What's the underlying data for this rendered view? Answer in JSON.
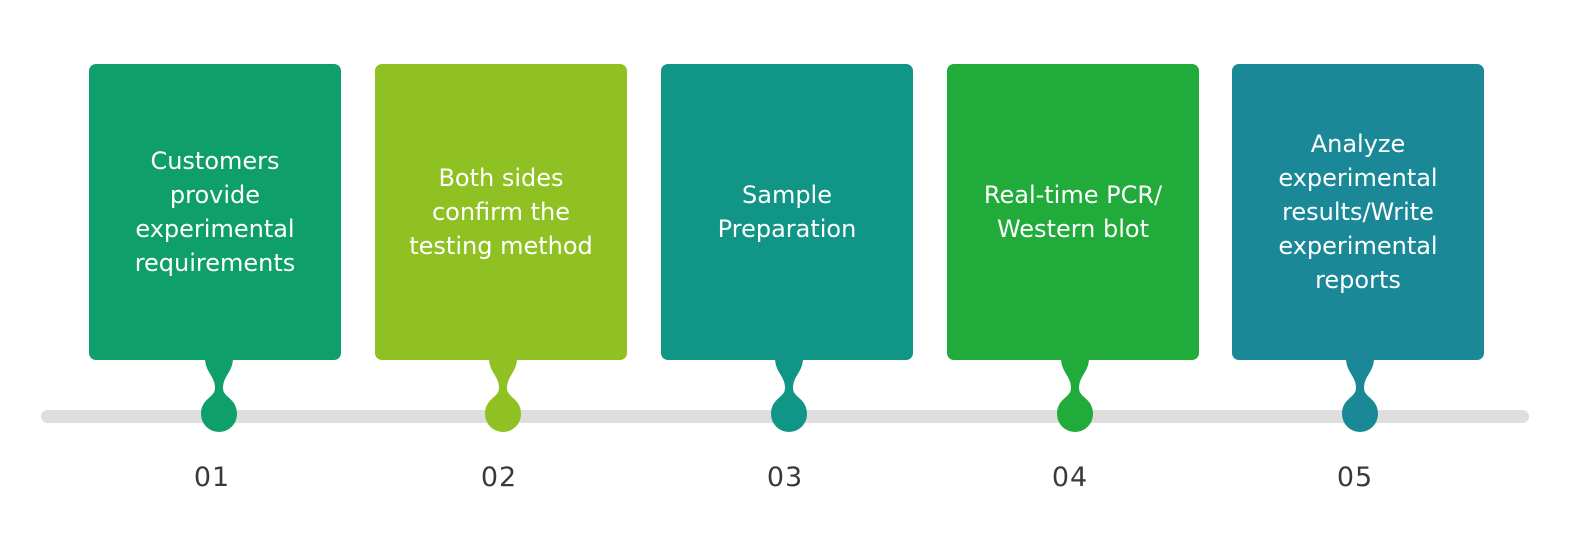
{
  "steps": [
    {
      "number": "01",
      "text": "Customers\nprovide\nexperimental\nrequirements",
      "color": "#0f9f6b"
    },
    {
      "number": "02",
      "text": "Both sides\nconfirm the\ntesting method",
      "color": "#8fc122"
    },
    {
      "number": "03",
      "text": "Sample\nPreparation",
      "color": "#119587"
    },
    {
      "number": "04",
      "text": "Real-time PCR/\nWestern blot",
      "color": "#20ab3a"
    },
    {
      "number": "05",
      "text": "Analyze\nexperimental\nresults/Write\nexperimental\nreports",
      "color": "#1a8896"
    }
  ],
  "colors": {
    "timeline": "#dedede",
    "number_text": "#3a3a3a"
  }
}
